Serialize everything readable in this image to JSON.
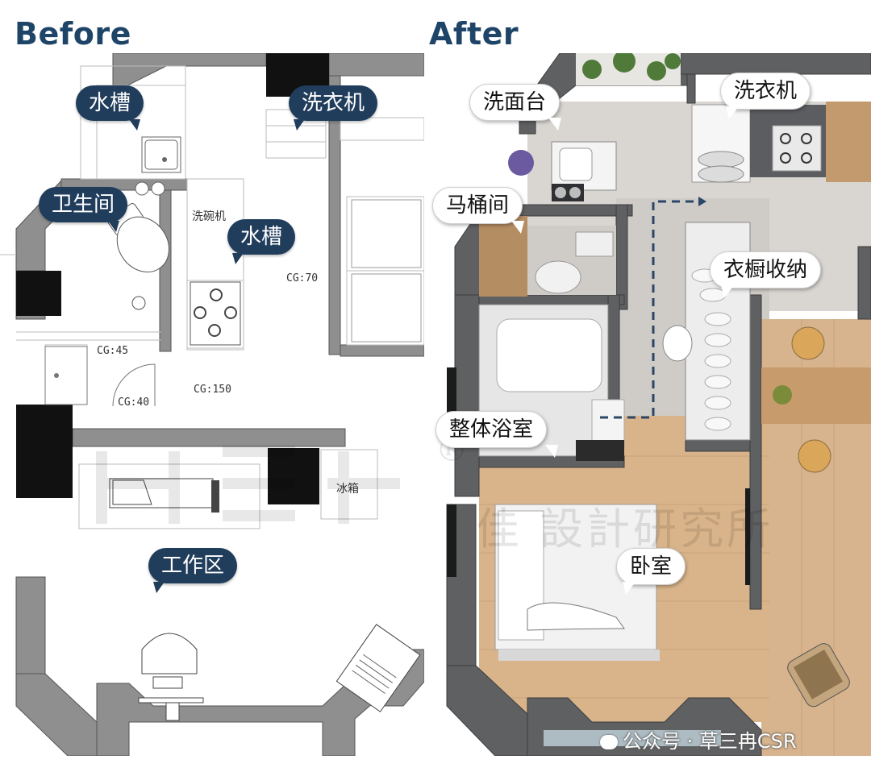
{
  "headings": {
    "before": "Before",
    "after": "After"
  },
  "before": {
    "callouts": {
      "sink_top": "水槽",
      "washer": "洗衣机",
      "bathroom": "卫生间",
      "sink_kitchen": "水槽",
      "work_area": "工作区"
    },
    "labels": {
      "dishwasher": "洗碗机",
      "fridge": "冰箱",
      "cg70": "CG:70",
      "cg45": "CG:45",
      "cg40": "CG:40",
      "cg150": "CG:150"
    }
  },
  "after": {
    "callouts": {
      "vanity": "洗面台",
      "washer": "洗衣机",
      "toilet_room": "马桶间",
      "wardrobe": "衣橱收纳",
      "bath_unit": "整体浴室",
      "bedroom": "卧室"
    }
  },
  "watermarks": {
    "symbol": "®",
    "studio": "佳 設計研究所"
  },
  "footer": {
    "source": "公众号 · 草三冉CSR"
  },
  "colors": {
    "heading": "#1e4468",
    "bubble_dark": "#213d5c",
    "wall": "#8c8c8c",
    "floor_wood": "#d7b48e",
    "floor_terrazzo": "#d9d6d2"
  }
}
